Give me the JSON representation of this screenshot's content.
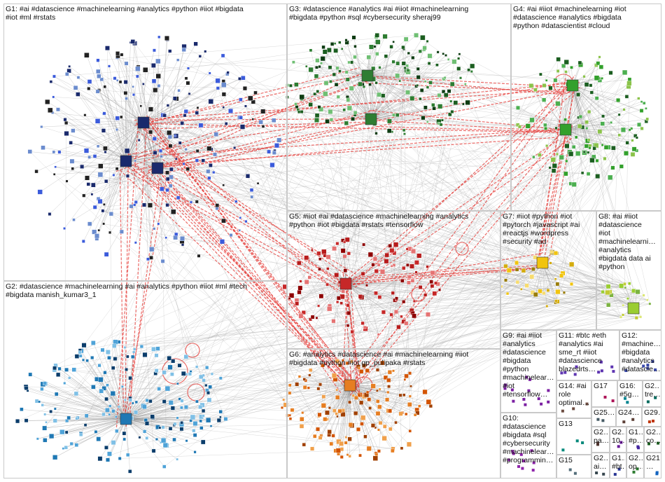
{
  "groups": [
    {
      "id": "G1",
      "text": "G1: #ai #datascience #machinelearning #analytics #python #iiot #bigdata\n#iot #ml #rstats",
      "palette": [
        "#1a2a6c",
        "#3b5bdb",
        "#222222",
        "#6b8cce"
      ]
    },
    {
      "id": "G2",
      "text": "G2: #datascience #machinelearning #ai #analytics #python #iiot #ml #tech\n#bigdata manish_kumar3_1",
      "palette": [
        "#1f78b4",
        "#4fa3d8",
        "#0b3d6b",
        "#7fc0e6"
      ]
    },
    {
      "id": "G3",
      "text": "G3: #datascience #analytics #ai #iiot #machinelearning\n#bigdata #python #sql #cybersecurity sheraj99",
      "palette": [
        "#2e7d32",
        "#1b5e20",
        "#6fbf73",
        "#0d3b12"
      ]
    },
    {
      "id": "G4",
      "text": "G4: #ai #iiot #machinelearning #iot\n#datascience #analytics #bigdata\n#python #datascientist #cloud",
      "palette": [
        "#33a02c",
        "#4caf50",
        "#1b5e20",
        "#8bc34a"
      ]
    },
    {
      "id": "G5",
      "text": "G5: #iiot #ai #datascience #machinelearning #analytics\n#python #iot #bigdata #rstats #tensorflow",
      "palette": [
        "#c62828",
        "#8e0000",
        "#e57373",
        "#b71c1c"
      ]
    },
    {
      "id": "G6",
      "text": "G6: #analytics #datascience #ai #machinelearning #iiot\n#bigdata #python #iot gp_pulipaka #rstats",
      "palette": [
        "#e67e22",
        "#d35400",
        "#f0a04b",
        "#a04000"
      ]
    },
    {
      "id": "G7",
      "text": "G7: #iiot #python #iot\n#pytorch #javascript #ai\n#reactjs #wordpress\n#security #ad",
      "palette": [
        "#f1c40f",
        "#d4ac0d",
        "#f7dc6f",
        "#9a7d0a"
      ]
    },
    {
      "id": "G8",
      "text": "G8: #ai #iiot\n#datascience\n#iot\n#machinelearni…\n#analytics\n#bigdata data ai\n#python",
      "palette": [
        "#9acd32",
        "#c0ca33",
        "#7cb342",
        "#dce775"
      ]
    },
    {
      "id": "G9",
      "text": "G9: #ai #iiot\n#analytics\n#datascience\n#bigdata\n#python\n#machinelear…\n#iot\n#tensorflow…",
      "palette": [
        "#7b1fa2"
      ]
    },
    {
      "id": "G10",
      "text": "G10:\n#datascience\n#bigdata #sql\n#cybersecurity\n#machinelear…\n#programmin…",
      "palette": [
        "#8e24aa"
      ]
    },
    {
      "id": "G11",
      "text": "G11: #btc #eth\n#analytics #ai\nsme_rt #iiot\n#datascience\nblazedrts…",
      "palette": [
        "#5e35b1"
      ]
    },
    {
      "id": "G12",
      "text": "G12:\n#machine…\n#bigdata\n#analytics\n#datascie…",
      "palette": [
        "#3949ab"
      ]
    },
    {
      "id": "G13",
      "text": "G13",
      "palette": [
        "#00897b"
      ]
    },
    {
      "id": "G14",
      "text": "G14: #ai\nrole\noptimal…",
      "palette": [
        "#6d4c41"
      ]
    },
    {
      "id": "G15",
      "text": "G15",
      "palette": [
        "#546e7a"
      ]
    },
    {
      "id": "G16",
      "text": "G16:\n#5g…",
      "palette": [
        "#00838f"
      ]
    },
    {
      "id": "G17",
      "text": "G17",
      "palette": [
        "#ad1457"
      ]
    },
    {
      "id": "G18",
      "text": "G2…\npa…",
      "palette": [
        "#4e342e"
      ]
    },
    {
      "id": "G19",
      "text": "G2…\nai…",
      "palette": [
        "#37474f"
      ]
    },
    {
      "id": "G20",
      "text": "G1…\n#bt…",
      "palette": [
        "#283593"
      ]
    },
    {
      "id": "G21",
      "text": "G21\n…",
      "palette": [
        "#1565c0"
      ]
    },
    {
      "id": "G22",
      "text": "G2…\nop…",
      "palette": [
        "#2e7d32"
      ]
    },
    {
      "id": "G23",
      "text": "G2…\n10…",
      "palette": [
        "#6a1b9a"
      ]
    },
    {
      "id": "G24",
      "text": "G24…",
      "palette": [
        "#5d4037"
      ]
    },
    {
      "id": "G25",
      "text": "G25…",
      "palette": [
        "#455a64"
      ]
    },
    {
      "id": "G26",
      "text": "G2…\ntre…",
      "palette": [
        "#00695c"
      ]
    },
    {
      "id": "G27",
      "text": "G1…\n#p…",
      "palette": [
        "#4527a0"
      ]
    },
    {
      "id": "G28",
      "text": "G2…\nco…",
      "palette": [
        "#1b5e20"
      ]
    },
    {
      "id": "G29",
      "text": "G29…",
      "palette": [
        "#bf360c"
      ]
    }
  ],
  "edge_colors": {
    "inter": "#8a8a8a",
    "strong": "#e53935"
  }
}
